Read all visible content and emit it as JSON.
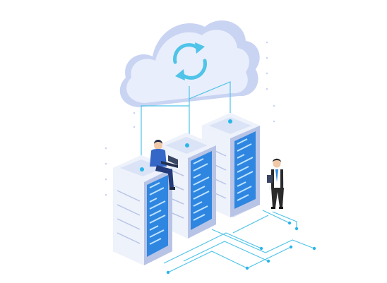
{
  "illustration": {
    "subject": "cloud-sync-datacenter",
    "icons": {
      "cloud": "cloud-icon",
      "sync": "sync-arrows-icon",
      "server": "server-rack-icon",
      "person_with_laptop": "person-laptop-icon",
      "person_with_tablet": "person-tablet-icon"
    },
    "server_count": 3,
    "people_count": 2
  },
  "colors": {
    "cloud_fill": "#e8eefb",
    "cloud_shade": "#c9d4f3",
    "sync_arrows": "#4fc3e8",
    "server_light": "#eef2fb",
    "server_mid": "#d5ddf2",
    "server_dark": "#b8c4e6",
    "server_panel": "#2f86e0",
    "panel_lines": "#bfe3ff",
    "connector": "#4fc3e8",
    "node": "#29b6e8"
  }
}
